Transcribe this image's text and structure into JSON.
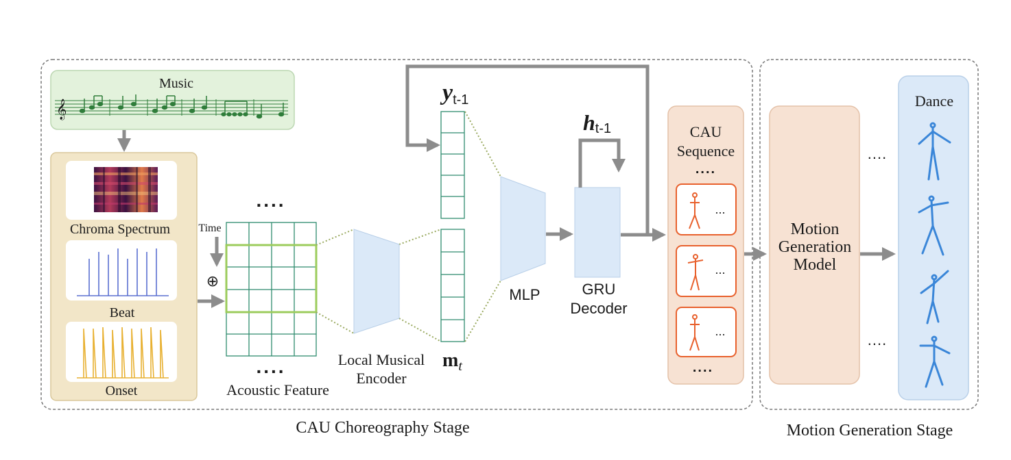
{
  "diagram": {
    "stages": {
      "cau_choreography": "CAU Choreography Stage",
      "motion_generation": "Motion Generation Stage"
    },
    "music_box": {
      "label": "Music"
    },
    "features": {
      "chroma": "Chroma Spectrum",
      "beat": "Beat",
      "onset": "Onset"
    },
    "combine_symbol": "⊕",
    "time_label": "Time",
    "ellipsis_dots": "....",
    "acoustic_feature": "Acoustic Feature",
    "local_encoder": {
      "line1": "Local Musical",
      "line2": "Encoder"
    },
    "m_t": {
      "base": "m",
      "sub": "t"
    },
    "y_prev": {
      "base": "y",
      "sub": "t-1"
    },
    "h_prev": {
      "base": "h",
      "sub": "t-1"
    },
    "mlp": "MLP",
    "gru": {
      "line1": "GRU",
      "line2": "Decoder"
    },
    "cau_sequence": {
      "line1": "CAU",
      "line2": "Sequence",
      "dots_top": "....",
      "dots_bottom": "....",
      "item_dots": "..."
    },
    "motion_model": {
      "line1": "Motion",
      "line2": "Generation",
      "line3": "Model"
    },
    "dance": {
      "label": "Dance",
      "dots_top": "....",
      "dots_bottom": "...."
    },
    "colors": {
      "arrow": "#8c8c8c",
      "music_fill": "#e3f2dc",
      "feature_fill": "#f2e6c8",
      "grid_stroke": "#2e8b6e",
      "highlight": "#9ccc5c",
      "blue_fill": "#dbe9f8",
      "cau_fill": "#f7e2d3",
      "cau_item": "#e8602c",
      "dance_figure": "#3a86d8"
    }
  }
}
